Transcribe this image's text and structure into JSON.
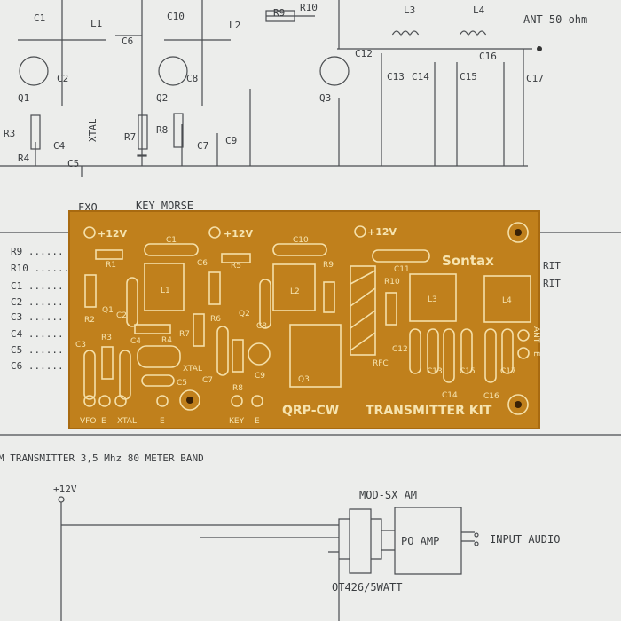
{
  "schematic_top": {
    "labels": [
      "C1",
      "C10",
      "L1",
      "L2",
      "R9",
      "C6",
      "Q1",
      "Q2",
      "C2",
      "C8",
      "XTAL",
      "Q3",
      "C12",
      "L3",
      "L4",
      "ANT 50 ohm",
      "C13",
      "C14",
      "C15",
      "C16",
      "C17",
      "R3",
      "R4",
      "C4",
      "C5",
      "R7",
      "R8",
      "C7",
      "C9",
      "FXO",
      "KEY MORSE",
      "R10"
    ]
  },
  "parts_list": [
    "R9 ......",
    "R10 ......",
    "C1 ......",
    "C2 ......",
    "C3 ......",
    "C4 ......",
    "C5 ......",
    "C6 ......"
  ],
  "right_fragments": [
    "RIT",
    "RIT"
  ],
  "pcb": {
    "color": "#c0801c",
    "silkscreen_color": "#f4dfa8",
    "brand": "Sontax",
    "name": "QRP-CW",
    "kit": "TRANSMITTER KIT",
    "power_labels": [
      "+12V",
      "+12V",
      "+12V"
    ],
    "labels": [
      "C1",
      "C10",
      "R1",
      "R5",
      "C11",
      "C6",
      "R9",
      "R10",
      "L1",
      "L2",
      "L3",
      "L4",
      "R2",
      "Q1",
      "C2",
      "Q2",
      "R6",
      "C8",
      "R7",
      "R4",
      "C4",
      "R3",
      "C3",
      "XTAL",
      "C12",
      "C7",
      "C5",
      "R8",
      "C9",
      "RFC",
      "Q3",
      "C13",
      "C15",
      "C17",
      "C14",
      "C16"
    ],
    "connectors": [
      "VFO",
      "E",
      "XTAL",
      "E",
      "KEY",
      "E",
      "ANT",
      "E"
    ]
  },
  "title": "M TRANSMITTER 3,5 Mhz 80 METER BAND",
  "schematic_bottom": {
    "supply": "+12V",
    "module": "MOD-SX AM",
    "amp": "PO AMP",
    "input": "INPUT AUDIO",
    "transformer": "OT426/5WATT"
  }
}
